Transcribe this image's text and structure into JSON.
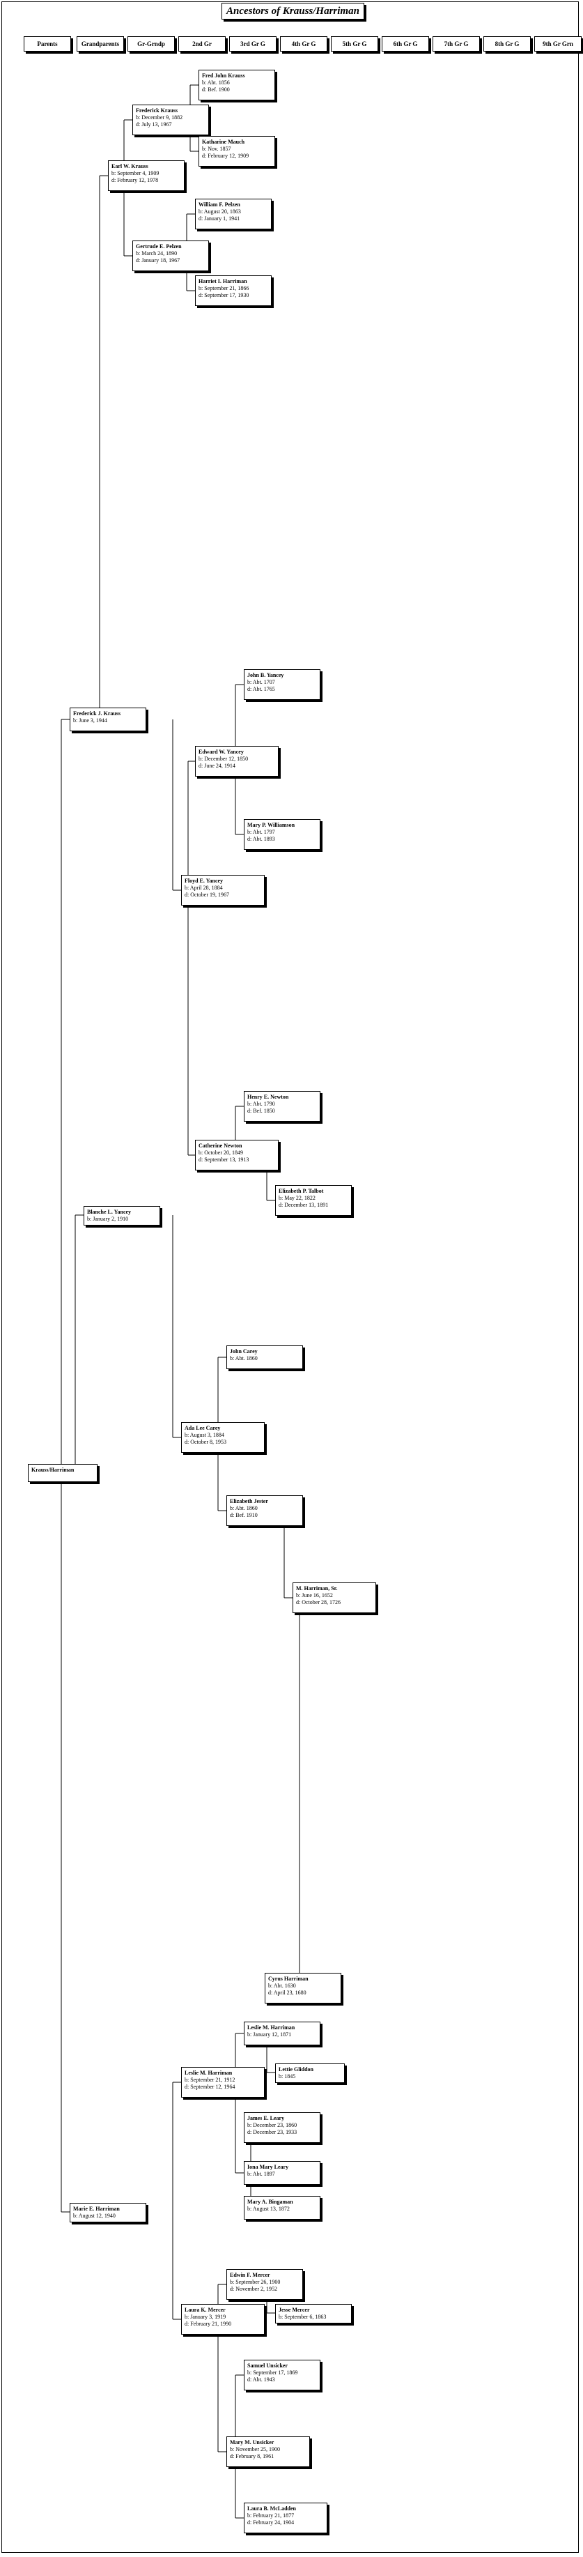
{
  "title": "Ancestors of Krauss/Harriman",
  "generations": [
    "Parents",
    "Grandparents",
    "Gr-Grndp",
    "2nd Gr",
    "3rd Gr G",
    "4th Gr G",
    "5th Gr G",
    "6th Gr G",
    "7th Gr G",
    "8th Gr G",
    "9th Gr Grn"
  ],
  "people": [
    {
      "name": "Krauss/Harriman",
      "lines": []
    },
    {
      "name": "Frederick J. Krauss",
      "lines": [
        "b: June 3, 1944"
      ]
    },
    {
      "name": "Blanche L. Yancey",
      "lines": [
        "b: January 2, 1910"
      ]
    },
    {
      "name": "Marie E. Harriman",
      "lines": [
        "b: August 12, 1940"
      ]
    },
    {
      "name": "Earl W. Krauss",
      "lines": [
        "b: September 4, 1909",
        "d: February 12, 1978"
      ]
    },
    {
      "name": "Floyd E. Yancey",
      "lines": [
        "b: April 28, 1884",
        "d: October 19, 1967"
      ]
    },
    {
      "name": "Ada Lee Carey",
      "lines": [
        "b: August 3, 1884",
        "d: October 8, 1953"
      ]
    },
    {
      "name": "Leslie M. Harriman",
      "lines": [
        "b: September 21, 1912",
        "d: September 12, 1964"
      ]
    },
    {
      "name": "Laura K. Mercer",
      "lines": [
        "b: January 3, 1919",
        "d: February 21, 1990"
      ]
    },
    {
      "name": "Frederick Krauss",
      "lines": [
        "b: December 9, 1882",
        "d: July 13, 1967"
      ]
    },
    {
      "name": "Gertrude E. Pelzen",
      "lines": [
        "b: March 24, 1890",
        "d: January 18, 1967"
      ]
    },
    {
      "name": "Edward W. Yancey",
      "lines": [
        "b: December 12, 1850",
        "d: June 24, 1914"
      ]
    },
    {
      "name": "Catherine Newton",
      "lines": [
        "b: October 20, 1849",
        "d: September 13, 1913"
      ]
    },
    {
      "name": "John Carey",
      "lines": [
        "b: Abt. 1860"
      ]
    },
    {
      "name": "Elizabeth Jester",
      "lines": [
        "b: Abt. 1860",
        "d: Bef. 1910"
      ]
    },
    {
      "name": "M. Harriman, Sr.",
      "lines": [
        "b: June 16, 1652",
        "d: October 28, 1726"
      ]
    },
    {
      "name": "Leslie M. Harriman",
      "lines": [
        "b: January 12, 1871"
      ]
    },
    {
      "name": "Iona Mary Leary",
      "lines": [
        "b: Abt. 1897"
      ]
    },
    {
      "name": "Edwin F. Mercer",
      "lines": [
        "b: September 26, 1900",
        "d: November 2, 1952"
      ]
    },
    {
      "name": "Mary M. Unsicker",
      "lines": [
        "b: November 25, 1900",
        "d: February 8, 1961"
      ]
    },
    {
      "name": "Fred John Krauss",
      "lines": [
        "b: Abt. 1856",
        "d: Bef. 1900"
      ]
    },
    {
      "name": "Katharine Mauch",
      "lines": [
        "b: Nov. 1857",
        "d: February 12, 1909"
      ]
    },
    {
      "name": "William F. Pelzen",
      "lines": [
        "b: August 20, 1863",
        "d: January 1, 1941"
      ]
    },
    {
      "name": "Harriet I. Harriman",
      "lines": [
        "b: September 21, 1866",
        "d: September 17, 1930"
      ]
    },
    {
      "name": "John B. Yancey",
      "lines": [
        "b: Abt. 1707",
        "d: Abt. 1765"
      ]
    },
    {
      "name": "Mary P. Williamson",
      "lines": [
        "b: Abt. 1797",
        "d: Abt. 1893"
      ]
    },
    {
      "name": "Henry E. Newton",
      "lines": [
        "b: Abt. 1790",
        "d: Bef. 1850"
      ]
    },
    {
      "name": "Elizabeth P. Talbot",
      "lines": [
        "b: May 22, 1822",
        "d: December 13, 1891"
      ]
    },
    {
      "name": "Cyrus Harriman",
      "lines": [
        "b: Abt. 1630",
        "d: April 23, 1680"
      ]
    },
    {
      "name": "Lettie Gliddon",
      "lines": [
        "b: 1845"
      ]
    },
    {
      "name": "James E. Leary",
      "lines": [
        "b: December 23, 1860",
        "d: December 23, 1933"
      ]
    },
    {
      "name": "Mary A. Bingaman",
      "lines": [
        "b: August 13, 1872"
      ]
    },
    {
      "name": "Jesse Mercer",
      "lines": [
        "b: September 6, 1863"
      ]
    },
    {
      "name": "Samuel Unsicker",
      "lines": [
        "b: September 17, 1869",
        "d: Abt. 1943"
      ]
    },
    {
      "name": "Laura B. McLadden",
      "lines": [
        "b: February 21, 1877",
        "d: February 24, 1904"
      ]
    }
  ]
}
